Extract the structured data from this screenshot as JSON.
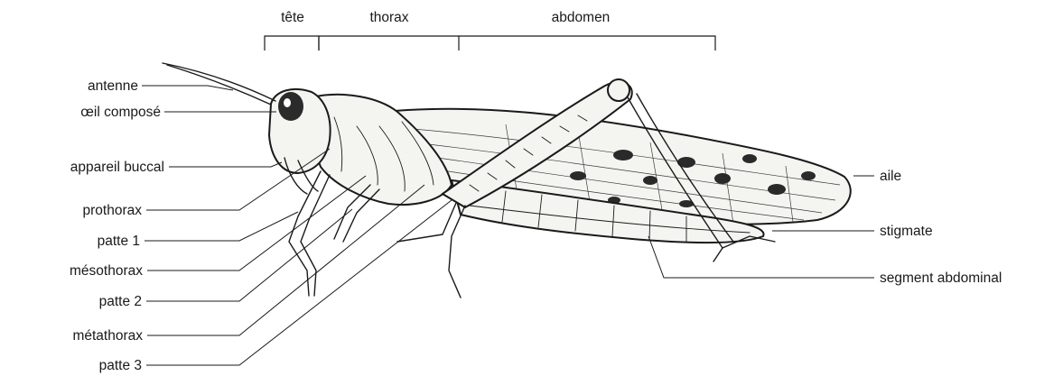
{
  "regions": {
    "head": "tête",
    "thorax": "thorax",
    "abdomen": "abdomen"
  },
  "labels_left": {
    "antenna": "antenne",
    "compound_eye": "œil composé",
    "mouthparts": "appareil buccal",
    "prothorax": "prothorax",
    "leg1": "patte 1",
    "mesothorax": "mésothorax",
    "leg2": "patte 2",
    "metathorax": "métathorax",
    "leg3": "patte 3"
  },
  "labels_right": {
    "wing": "aile",
    "spiracle": "stigmate",
    "abdominal_segment": "segment abdominal"
  }
}
